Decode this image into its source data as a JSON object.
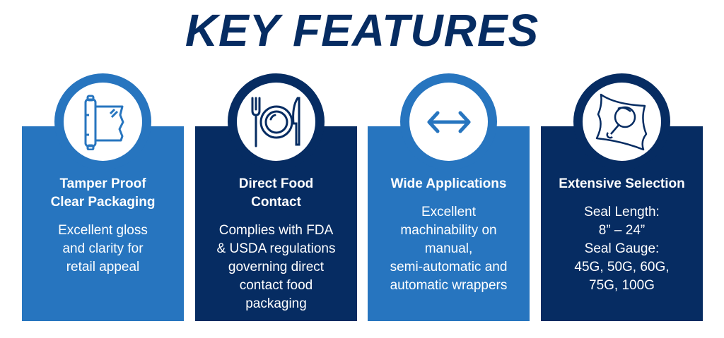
{
  "title": "KEY FEATURES",
  "colors": {
    "light": "#2775bf",
    "dark": "#062c62"
  },
  "cards": [
    {
      "icon": "plastic-wrap-roll-icon",
      "heading": [
        "Tamper Proof",
        "Clear Packaging"
      ],
      "body": [
        "Excellent gloss",
        "and clarity for",
        "retail appeal"
      ]
    },
    {
      "icon": "plate-fork-knife-icon",
      "heading": [
        "Direct Food",
        "Contact"
      ],
      "body": [
        "Complies with FDA",
        "& USDA regulations",
        "governing direct",
        "contact food",
        "packaging"
      ]
    },
    {
      "icon": "double-arrow-icon",
      "heading": [
        "Wide Applications"
      ],
      "body": [
        "Excellent",
        "machinability on",
        "manual,",
        "semi-automatic and",
        "automatic wrappers"
      ]
    },
    {
      "icon": "wrapped-chicken-icon",
      "heading": [
        "Extensive Selection"
      ],
      "body": [
        "Seal Length:",
        "8” – 24”",
        "Seal Gauge:",
        "45G, 50G, 60G,",
        "75G, 100G"
      ]
    }
  ]
}
